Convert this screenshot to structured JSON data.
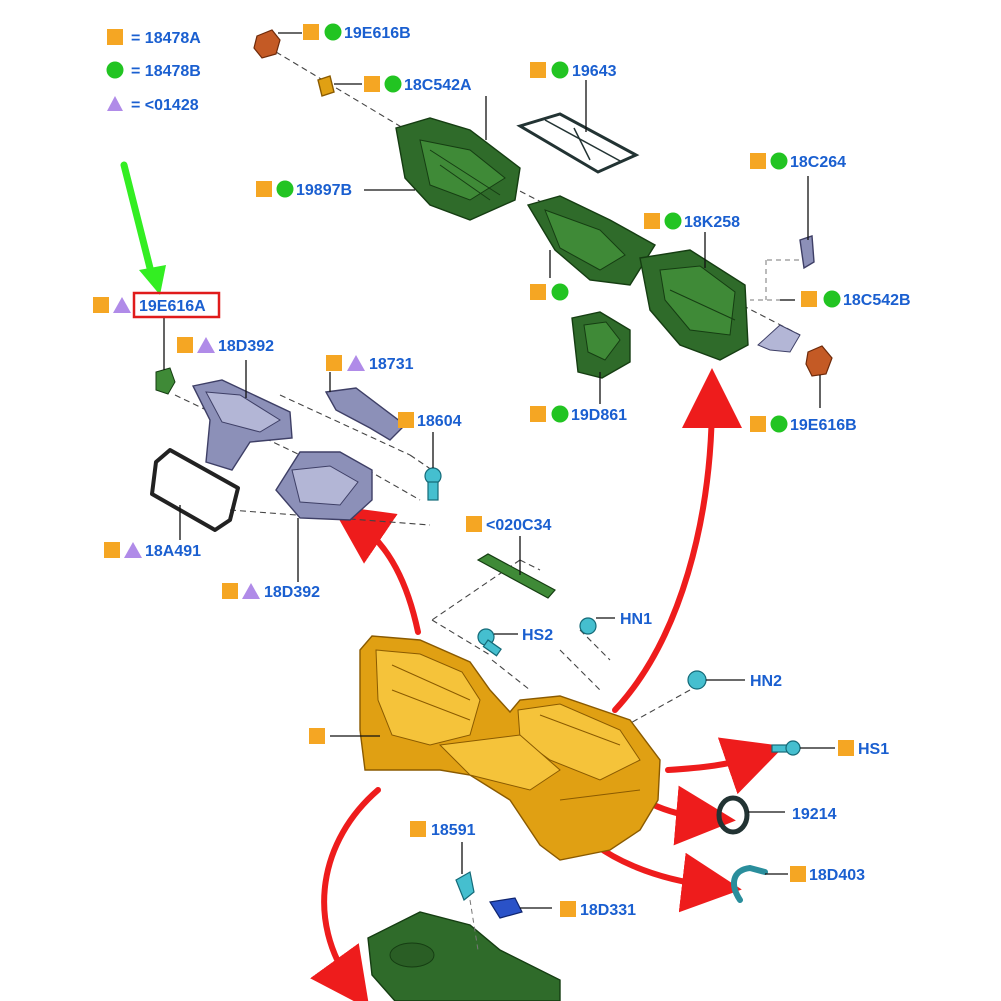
{
  "legend": [
    {
      "marker": "orange-square",
      "text": "= 18478A"
    },
    {
      "marker": "green-circle",
      "text": "= 18478B"
    },
    {
      "marker": "purple-triangle",
      "text": "= <01428"
    }
  ],
  "colors": {
    "label": "#1a5fd0",
    "orange_marker": "#f5a623",
    "green_marker": "#22c422",
    "purple_marker": "#b08be8",
    "red_arrow": "#ee1c1c",
    "green_arrow": "#33ee22",
    "highlight_box": "#e01b1b"
  },
  "callouts": {
    "c19E616B_top": "19E616B",
    "c18C542A": "18C542A",
    "c19643": "19643",
    "c19897B": "19897B",
    "c18C264": "18C264",
    "c18K258": "18K258",
    "c18C542B": "18C542B",
    "c19D861": "19D861",
    "c19E616B_right": "19E616B",
    "c19E616A": "19E616A",
    "c18D392_top": "18D392",
    "c18731": "18731",
    "c18604": "18604",
    "c18A491": "18A491",
    "c18D392_bottom": "18D392",
    "c020C34": "<020C34",
    "cHN1": "HN1",
    "cHS2": "HS2",
    "cHN2": "HN2",
    "cHS1": "HS1",
    "c19214": "19214",
    "c18591": "18591",
    "c18D403": "18D403",
    "c18D331": "18D331"
  },
  "highlighted_callout": "19E616A"
}
